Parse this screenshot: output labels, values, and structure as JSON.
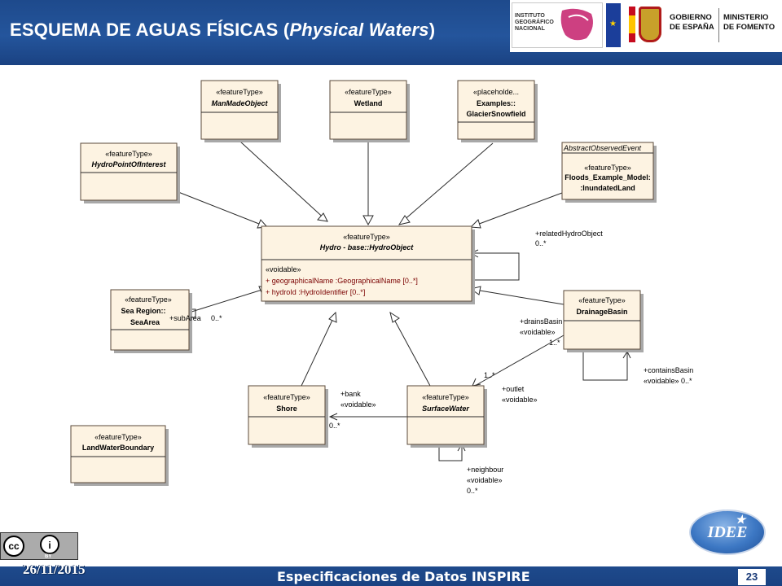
{
  "header": {
    "title_main": "ESQUEMA DE AGUAS FÍSICAS (",
    "title_italic": "Physical Waters",
    "title_end": ")",
    "logo_ign": "INSTITUTO GEOGRÁFICO NACIONAL",
    "logo_gobierno": "GOBIERNO DE ESPAÑA",
    "logo_ministerio": "MINISTERIO DE FOMENTO"
  },
  "diagram": {
    "classes": {
      "manmade": {
        "stereotype": "«featureType»",
        "name": "ManMadeObject"
      },
      "wetland": {
        "stereotype": "«featureType»",
        "name": "Wetland"
      },
      "glacier": {
        "stereotype": "«placeholde...",
        "name1": "Examples::",
        "name2": "GlacierSnowfield"
      },
      "hpoi": {
        "stereotype": "«featureType»",
        "name": "HydroPointOfInterest"
      },
      "floods": {
        "header": "AbstractObservedEvent",
        "stereotype": "«featureType»",
        "name1": "Floods_Example_Model:",
        "name2": ":InundatedLand"
      },
      "hydro": {
        "stereotype": "«featureType»",
        "name": "Hydro - base::HydroObject",
        "section": "«voidable»",
        "attr1": "+   geographicalName  :GeographicalName [0..*]",
        "attr2": "+   hydroId  :HydroIdentifier [0..*]"
      },
      "sea": {
        "stereotype": "«featureType»",
        "name1": "Sea Region::",
        "name2": "SeaArea"
      },
      "drainage": {
        "stereotype": "«featureType»",
        "name": "DrainageBasin"
      },
      "shore": {
        "stereotype": "«featureType»",
        "name": "Shore"
      },
      "surface": {
        "stereotype": "«featureType»",
        "name": "SurfaceWater"
      },
      "landwater": {
        "stereotype": "«featureType»",
        "name": "LandWaterBoundary"
      }
    },
    "labels": {
      "related1": "+relatedHydroObject",
      "related2": "0..*",
      "subarea": "+subArea",
      "subarea_mult": "0..*",
      "drains1": "+drainsBasin",
      "drains2": "«voidable»",
      "drains_mult": "1..*",
      "outlet_mult": "1..*",
      "outlet1": "+outlet",
      "outlet2": "«voidable»",
      "contains1": "+containsBasin",
      "contains2": "«voidable» 0..*",
      "bank1": "+bank",
      "bank2": "«voidable»",
      "bank_mult": "0..*",
      "neighbour1": "+neighbour",
      "neighbour2": "«voidable»",
      "neighbour3": "0..*"
    }
  },
  "footer": {
    "date": "26/11/2015",
    "title": "Especificaciones de Datos INSPIRE",
    "page_number": "23",
    "idee": "IDEE",
    "cc_by": "BY"
  },
  "colors": {
    "header_blue": "#1e4a8c",
    "class_fill": "#fdf3e2"
  }
}
